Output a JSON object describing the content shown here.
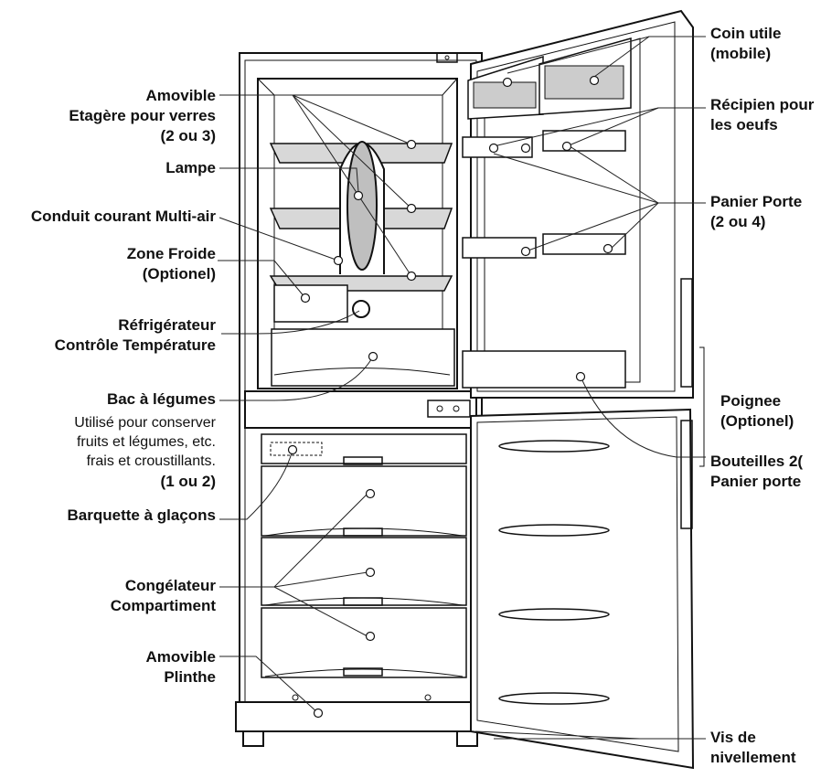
{
  "labels": {
    "amovible_shelf": [
      "Amovible",
      "Etagère pour verres",
      "(2 ou 3)"
    ],
    "lampe": "Lampe",
    "multi_air": "Conduit courant Multi-air",
    "zone_froide": [
      "Zone Froide",
      "(Optionel)"
    ],
    "refrigerateur": [
      "Réfrigérateur",
      "Contrôle Température"
    ],
    "bac": "Bac à légumes",
    "bac_desc": [
      "Utilisé pour conserver",
      "fruits et légumes, etc.",
      "frais et croustillants."
    ],
    "bac_count": "(1 ou 2)",
    "barquette": "Barquette à glaçons",
    "congelateur": [
      "Congélateur",
      "Compartiment"
    ],
    "plinthe": [
      "Amovible",
      "Plinthe"
    ],
    "coin_utile": [
      "Coin utile",
      "(mobile)"
    ],
    "recipien": [
      "Récipien pour",
      "les oeufs"
    ],
    "panier_porte": [
      "Panier Porte",
      "(2 ou 4)"
    ],
    "poignee": [
      "Poignee",
      "(Optionel)"
    ],
    "bouteilles": [
      "Bouteilles 2(",
      "Panier porte"
    ],
    "vis": [
      "Vis de",
      "nivellement"
    ]
  }
}
